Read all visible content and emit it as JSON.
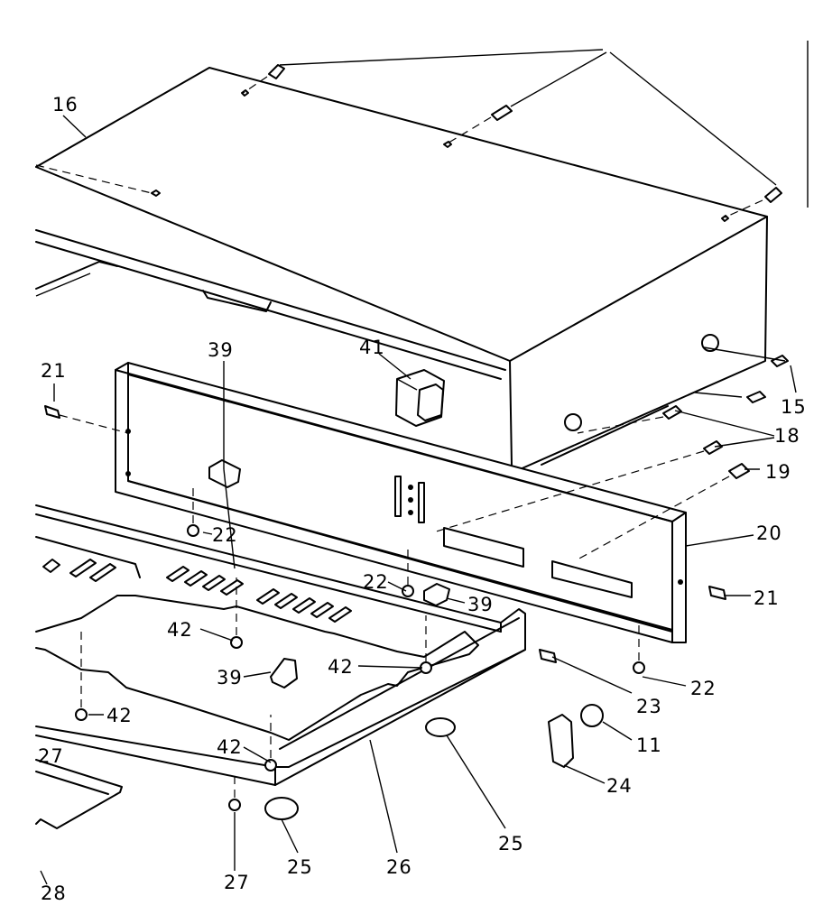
{
  "callouts": {
    "c16": "16",
    "c21a": "21",
    "c39a": "39",
    "c41": "41",
    "c15": "15",
    "c18": "18",
    "c19": "19",
    "c20": "20",
    "c22a": "22",
    "c22b": "22",
    "c39b": "39",
    "c21b": "21",
    "c42a": "42",
    "c42b": "42",
    "c39c": "39",
    "c42c": "42",
    "c42d": "42",
    "c23": "23",
    "c22c": "22",
    "c11": "11",
    "c24": "24",
    "c27a": "27",
    "c25a": "25",
    "c26": "26",
    "c25b": "25",
    "c27b": "27",
    "c28": "28"
  }
}
